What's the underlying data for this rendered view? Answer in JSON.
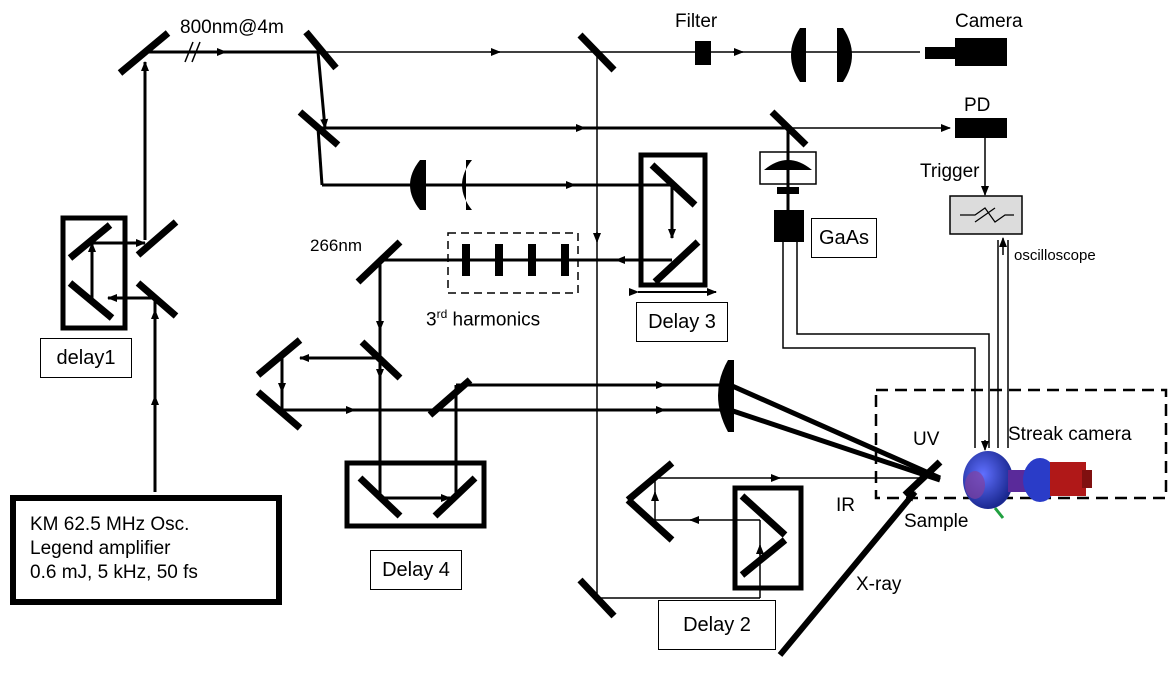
{
  "labels": {
    "beam": "800nm@4m",
    "filter": "Filter",
    "camera": "Camera",
    "pd": "PD",
    "trigger": "Trigger",
    "gaas": "GaAs",
    "oscilloscope": "oscilloscope",
    "uv266": "266nm",
    "harmonics_num": "3",
    "harmonics_sup": "rd",
    "harmonics_text": " harmonics",
    "delay1": "delay1",
    "delay2": "Delay 2",
    "delay3": "Delay 3",
    "delay4": "Delay 4",
    "uv": "UV",
    "ir": "IR",
    "sample": "Sample",
    "streak": "Streak camera",
    "xray": "X-ray"
  },
  "source": {
    "line1": "KM 62.5 MHz Osc.",
    "line2": "Legend amplifier",
    "line3": "0.6 mJ, 5 kHz, 50 fs"
  },
  "colors": {
    "line": "#000000",
    "device_fill": "#dcdcdc",
    "streak_blue": "#2a3cc8",
    "streak_red": "#b01818",
    "streak_purple": "#5a2a9a"
  }
}
